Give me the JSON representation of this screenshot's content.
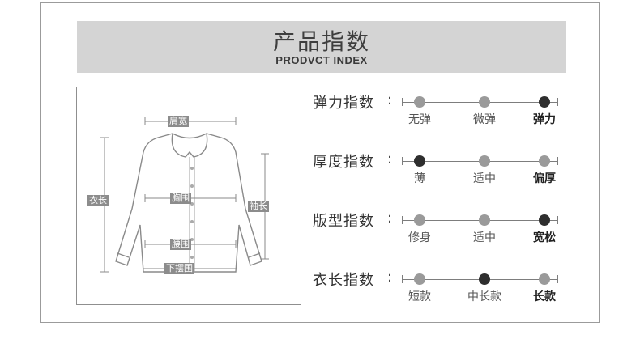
{
  "header": {
    "title_cn": "产品指数",
    "title_en": "PRODVCT INDEX"
  },
  "diagram": {
    "labels": {
      "shoulder": "肩宽",
      "chest": "胸围",
      "waist": "腰围",
      "hem": "下摆围",
      "length": "衣长",
      "sleeve": "袖长"
    }
  },
  "indices": [
    {
      "label": "弹力指数",
      "colon": ":",
      "options": [
        "无弹",
        "微弹",
        "弹力"
      ],
      "selected": 2
    },
    {
      "label": "厚度指数",
      "colon": ":",
      "options": [
        "薄",
        "适中",
        "偏厚"
      ],
      "selected": 0
    },
    {
      "label": "版型指数",
      "colon": ":",
      "options": [
        "修身",
        "适中",
        "宽松"
      ],
      "selected": 2
    },
    {
      "label": "衣长指数",
      "colon": ":",
      "options": [
        "短款",
        "中长款",
        "长款"
      ],
      "selected": 1
    }
  ],
  "colors": {
    "header_band": "#d4d4d4",
    "dot_default": "#9a9a9a",
    "dot_selected": "#2e2e2e"
  }
}
